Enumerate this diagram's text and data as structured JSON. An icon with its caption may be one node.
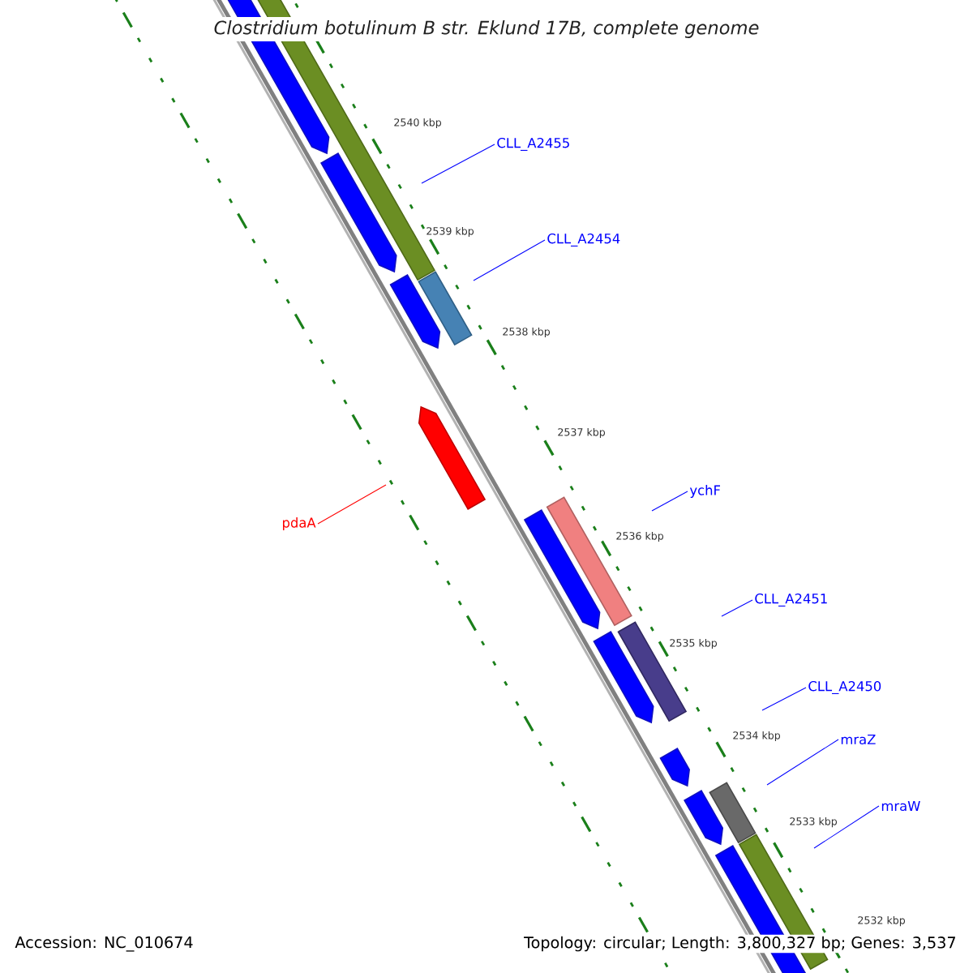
{
  "diagram": {
    "title": "Clostridium botulinum B str. Eklund 17B, complete genome",
    "nodes": [
      {
        "text": [
          "CLL_A2455"
        ]
      },
      {
        "text": [
          "CLL_A2454"
        ]
      },
      {
        "text": [
          "ychF"
        ]
      },
      {
        "text": [
          "pdaA"
        ]
      },
      {
        "text": [
          "CLL_A2451"
        ]
      },
      {
        "text": [
          "CLL_A2450"
        ]
      },
      {
        "text": [
          "mraZ"
        ]
      },
      {
        "text": [
          "mraW"
        ]
      }
    ],
    "edges": [
      {
        "from": 0,
        "to": null,
        "arrow": "none"
      },
      {
        "from": 1,
        "to": null,
        "arrow": "none"
      },
      {
        "from": 2,
        "to": null,
        "arrow": "none"
      },
      {
        "from": 3,
        "to": null,
        "arrow": "none",
        "color": "#ff0000"
      },
      {
        "from": 4,
        "to": null,
        "arrow": "none"
      },
      {
        "from": 5,
        "to": null,
        "arrow": "none"
      },
      {
        "from": 6,
        "to": null,
        "arrow": "none"
      },
      {
        "from": 7,
        "to": null,
        "arrow": "none"
      }
    ],
    "labels": [
      "2540 kbp",
      "2539 kbp",
      "2538 kbp",
      "2537 kbp",
      "2536 kbp",
      "2535 kbp",
      "2534 kbp",
      "2533 kbp",
      "2532 kbp",
      "Accession: NC_010674",
      "Topology: circular; Length: 3,800,327 bp; Genes: 3,537"
    ]
  }
}
